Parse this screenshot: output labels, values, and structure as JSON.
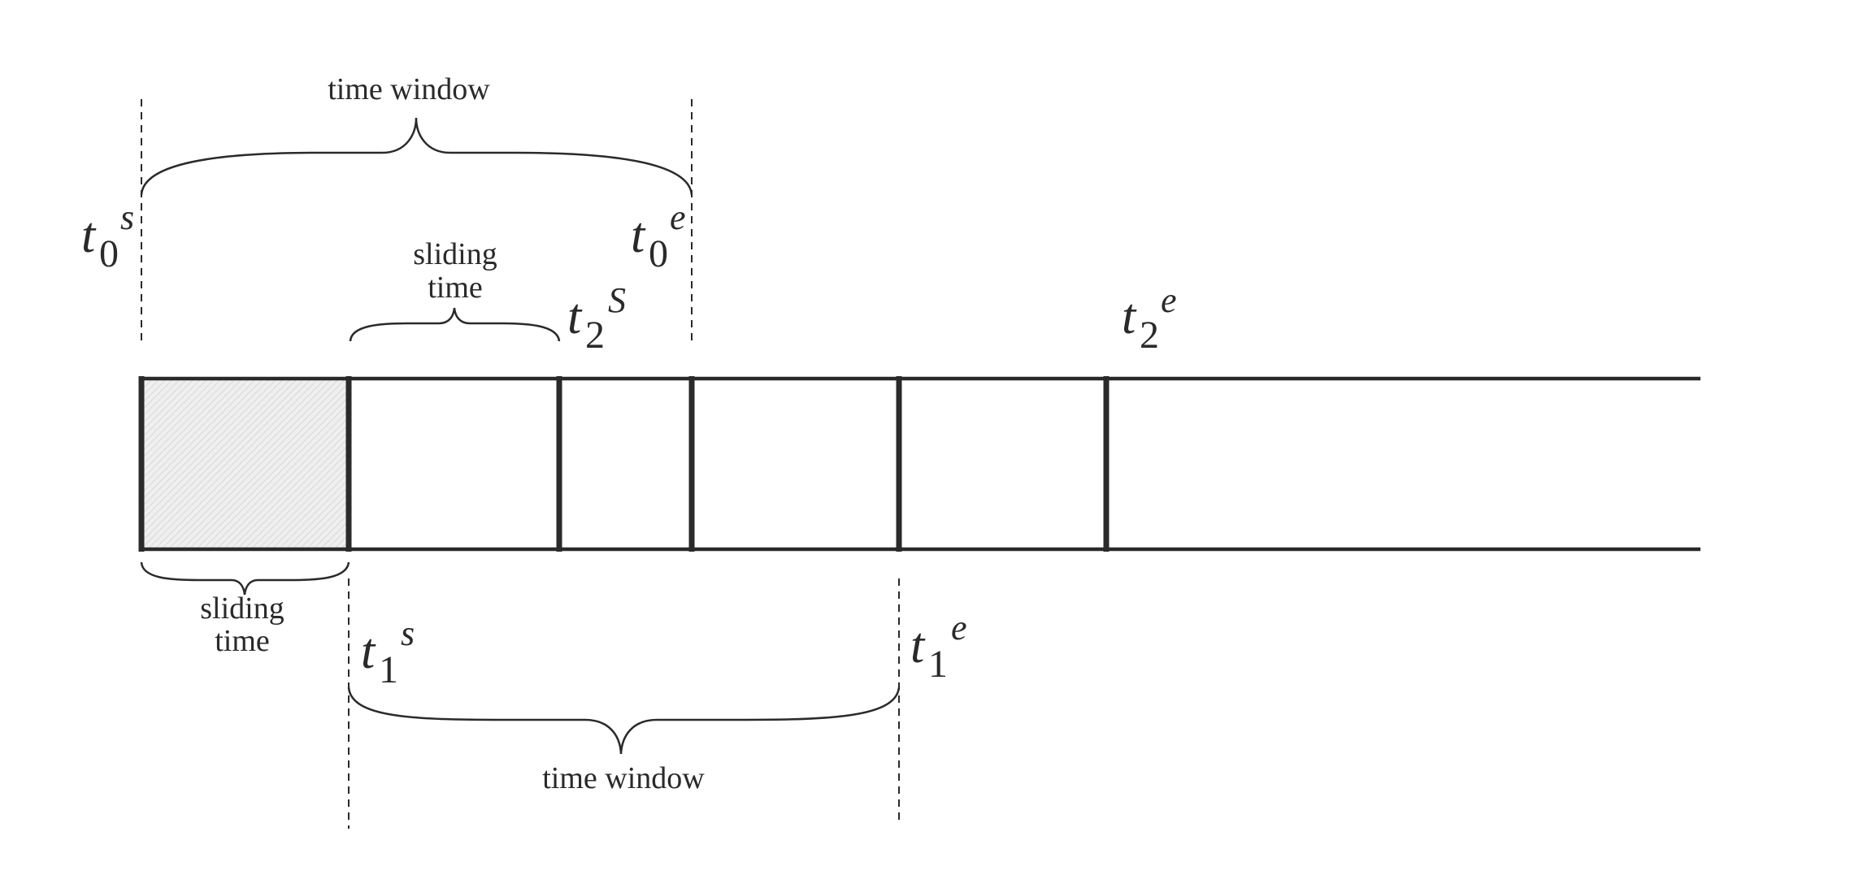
{
  "labels": {
    "time_window_top": "time window",
    "time_window_bottom": "time window",
    "sliding_time_top": [
      "sliding",
      "time"
    ],
    "sliding_time_bottom": [
      "sliding",
      "time"
    ]
  },
  "time_points": {
    "t0s": {
      "base": "t",
      "sub": "0",
      "sup": "s"
    },
    "t0e": {
      "base": "t",
      "sub": "0",
      "sup": "e"
    },
    "t2s": {
      "base": "t",
      "sub": "2",
      "sup": "S"
    },
    "t2e": {
      "base": "t",
      "sub": "2",
      "sup": "e"
    },
    "t1s": {
      "base": "t",
      "sub": "1",
      "sup": "s"
    },
    "t1e": {
      "base": "t",
      "sub": "1",
      "sup": "e"
    }
  },
  "colors": {
    "ink": "#2a2a2a",
    "shaded_cell": "#ececec"
  }
}
